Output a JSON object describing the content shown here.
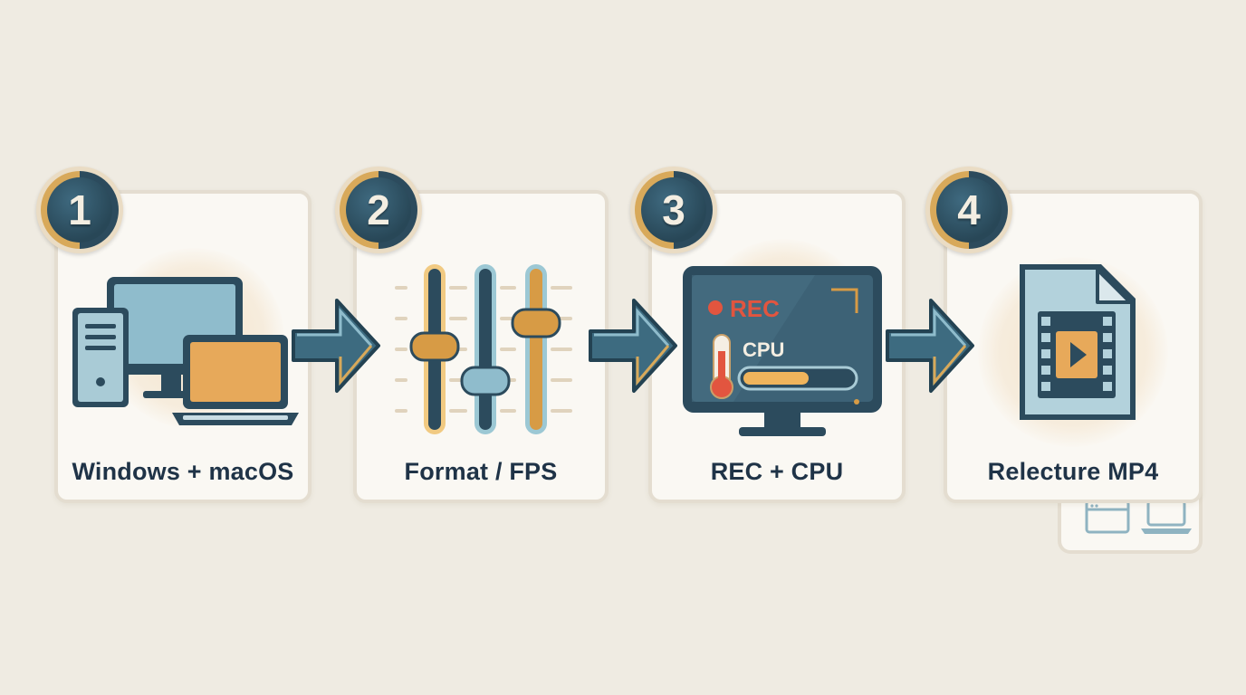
{
  "steps": [
    {
      "number": "1",
      "label": "Windows + macOS",
      "icon": "computer-devices-icon"
    },
    {
      "number": "2",
      "label": "Format / FPS",
      "icon": "sliders-icon"
    },
    {
      "number": "3",
      "label": "REC + CPU",
      "icon": "monitor-recording-icon"
    },
    {
      "number": "4",
      "label": "Relecture MP4",
      "icon": "video-file-icon"
    }
  ],
  "monitor_screen": {
    "rec_text": "REC",
    "cpu_text": "CPU",
    "cpu_level": 0.6
  },
  "colors": {
    "background": "#efebe2",
    "card": "#faf8f3",
    "teal": "#2c4b5d",
    "teal_light": "#8fbccc",
    "gold": "#d8a95a",
    "rec_red": "#e2553f",
    "text": "#1f3347"
  }
}
